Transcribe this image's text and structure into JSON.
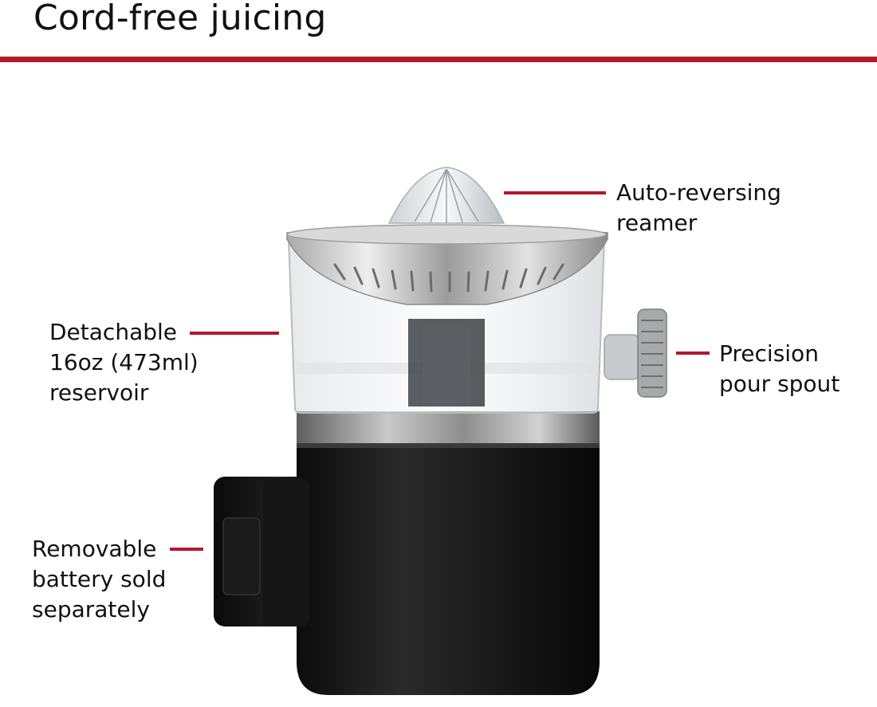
{
  "header": {
    "title": "Cord-free juicing"
  },
  "colors": {
    "accent": "#b5172b",
    "text": "#111111",
    "body_black": "#151515"
  },
  "callouts": {
    "reamer": {
      "lines": [
        "Auto-reversing",
        "reamer"
      ]
    },
    "spout": {
      "lines": [
        "Precision",
        "pour spout"
      ]
    },
    "reservoir": {
      "lines": [
        "Detachable",
        "16oz (473ml)",
        "reservoir"
      ]
    },
    "battery": {
      "lines": [
        "Removable",
        "battery sold",
        "separately"
      ]
    }
  },
  "product": {
    "name_icon": "citrus-juicer-illustration"
  }
}
